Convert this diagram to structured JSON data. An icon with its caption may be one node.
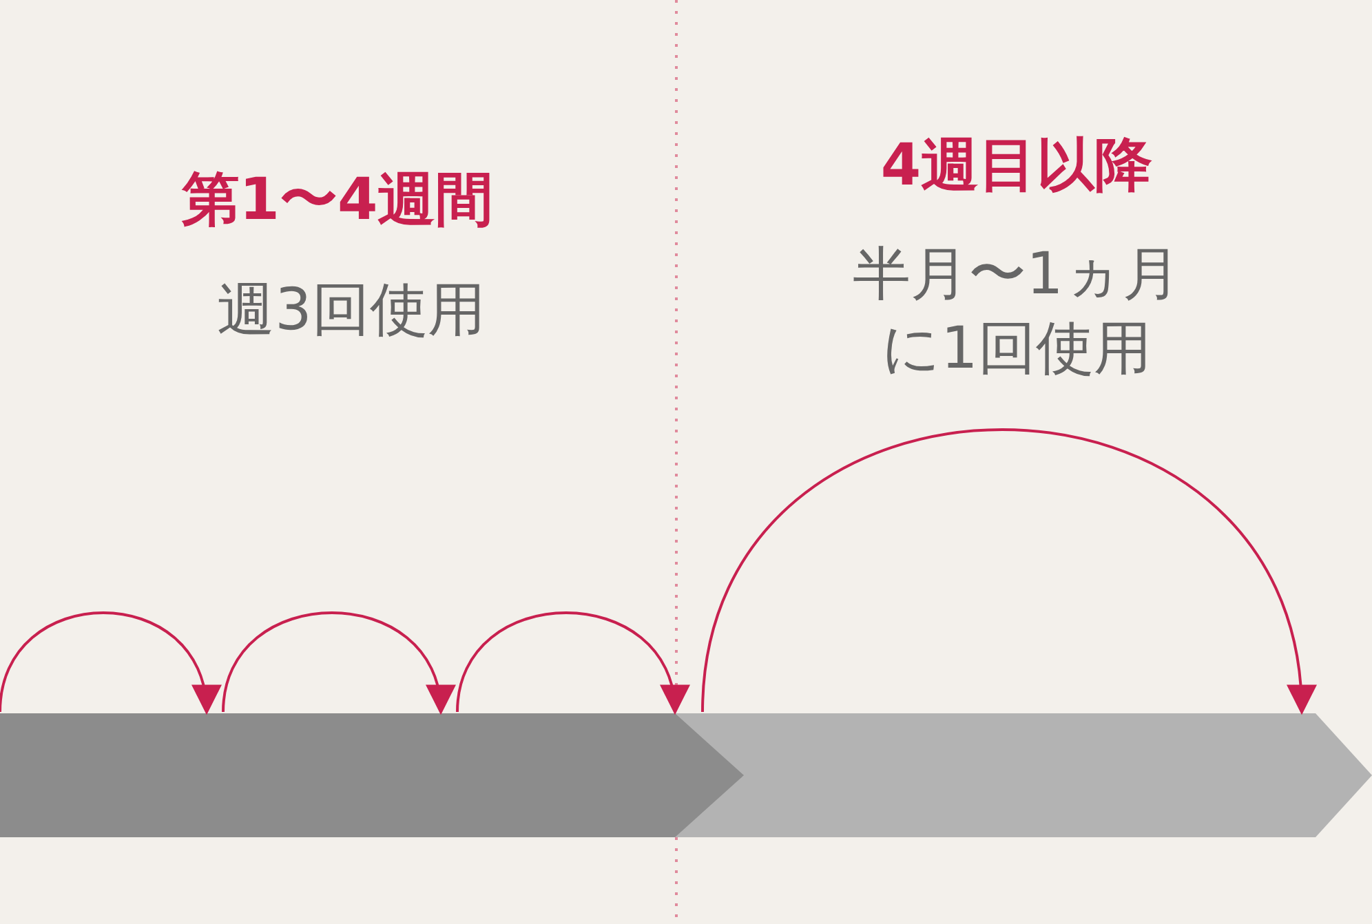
{
  "diagram": {
    "nodes": [
      {
        "text": [],
        "shape": "bar"
      },
      {
        "text": [],
        "shape": "bar"
      }
    ],
    "edges": [
      {
        "from": null,
        "to": 0,
        "arrow": "to"
      },
      {
        "from": 0,
        "to": 0,
        "arrow": "to"
      },
      {
        "from": 0,
        "to": 0,
        "arrow": "to"
      },
      {
        "from": 1,
        "to": 1,
        "arrow": "to"
      }
    ],
    "labels": [
      "第1〜4週間",
      "週3回使用",
      "4週目以降",
      "半月〜1ヵ月に1回使用"
    ]
  }
}
